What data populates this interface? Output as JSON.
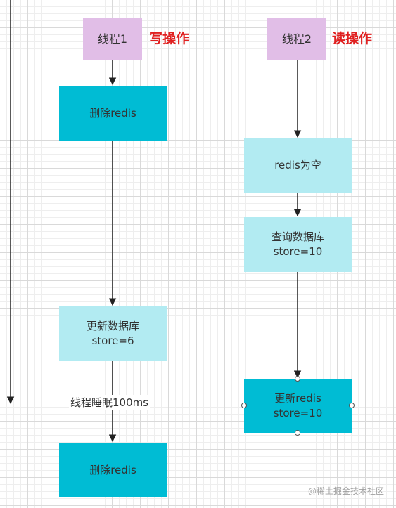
{
  "thread1": {
    "label": "线程1",
    "op": "写操作"
  },
  "thread2": {
    "label": "线程2",
    "op": "读操作"
  },
  "left_nodes": {
    "delete_redis_1": "删除redis",
    "update_db": "更新数据库\nstore=6",
    "delete_redis_2": "删除redis"
  },
  "left_edge_label": "线程睡眠100ms",
  "right_nodes": {
    "redis_empty": "redis为空",
    "query_db": "查询数据库\nstore=10",
    "update_redis": "更新redis\nstore=10"
  },
  "watermark": "@稀土掘金技术社区",
  "colors": {
    "thread_box": "#e1bee7",
    "dark_box": "#00bcd4",
    "light_box": "#b2ebf2",
    "operation_text": "#e02020"
  }
}
